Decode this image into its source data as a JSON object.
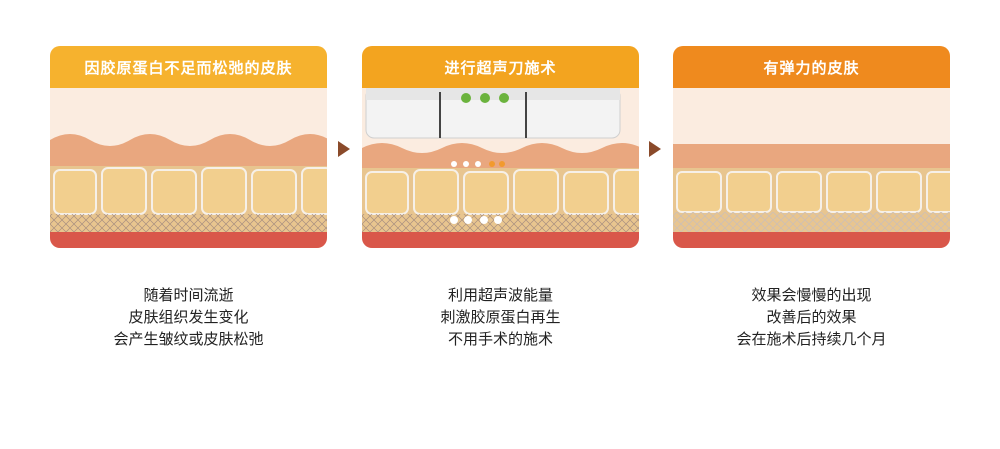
{
  "steps": [
    {
      "title": "因胶原蛋白不足而松弛的皮肤",
      "header_color": "#f6b22e",
      "caption": [
        "随着时间流逝",
        "皮肤组织发生变化",
        "会产生皱纹或皮肤松弛"
      ]
    },
    {
      "title": "进行超声刀施术",
      "header_color": "#f3a41f",
      "caption": [
        "利用超声波能量",
        "刺激胶原蛋白再生",
        "不用手术的施术"
      ]
    },
    {
      "title": "有弹力的皮肤",
      "header_color": "#ef8a1e",
      "caption": [
        "效果会慢慢的出现",
        "改善后的效果",
        "会在施术后持续几个月"
      ]
    }
  ],
  "colors": {
    "arrow": "#8a4a2a",
    "epidermis": "#e9a77f",
    "fat": "#f2cf8e",
    "muscle": "#d9574a",
    "device_dots": "#6bb33d"
  },
  "icons": {
    "arrow": "right-triangle-arrow-icon",
    "device": "ultrasound-device-icon"
  }
}
